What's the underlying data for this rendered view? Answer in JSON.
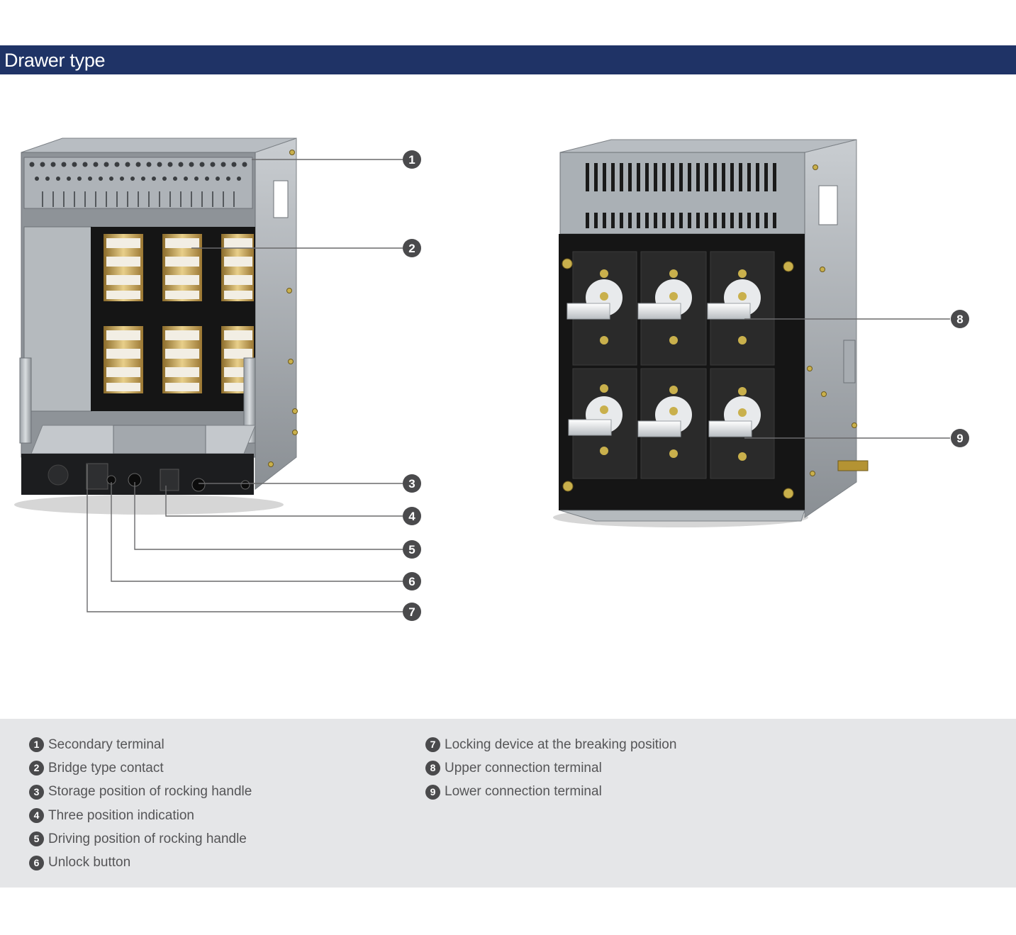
{
  "header": {
    "title": "Drawer type"
  },
  "callouts": [
    "1",
    "2",
    "3",
    "4",
    "5",
    "6",
    "7",
    "8",
    "9"
  ],
  "legend": {
    "column1": [
      {
        "num": "1",
        "text": "Secondary terminal"
      },
      {
        "num": "2",
        "text": "Bridge type contact"
      },
      {
        "num": "3",
        "text": "Storage position of rocking handle"
      },
      {
        "num": "4",
        "text": "Three position indication"
      },
      {
        "num": "5",
        "text": "Driving position of rocking handle"
      },
      {
        "num": "6",
        "text": "Unlock button"
      }
    ],
    "column2": [
      {
        "num": "7",
        "text": "Locking device at the breaking position"
      },
      {
        "num": "8",
        "text": "Upper connection terminal"
      },
      {
        "num": "9",
        "text": "Lower connection terminal"
      }
    ]
  },
  "colors": {
    "header": "#1f3366",
    "panel": "#e5e6e8",
    "callout": "#4a4a4c"
  }
}
